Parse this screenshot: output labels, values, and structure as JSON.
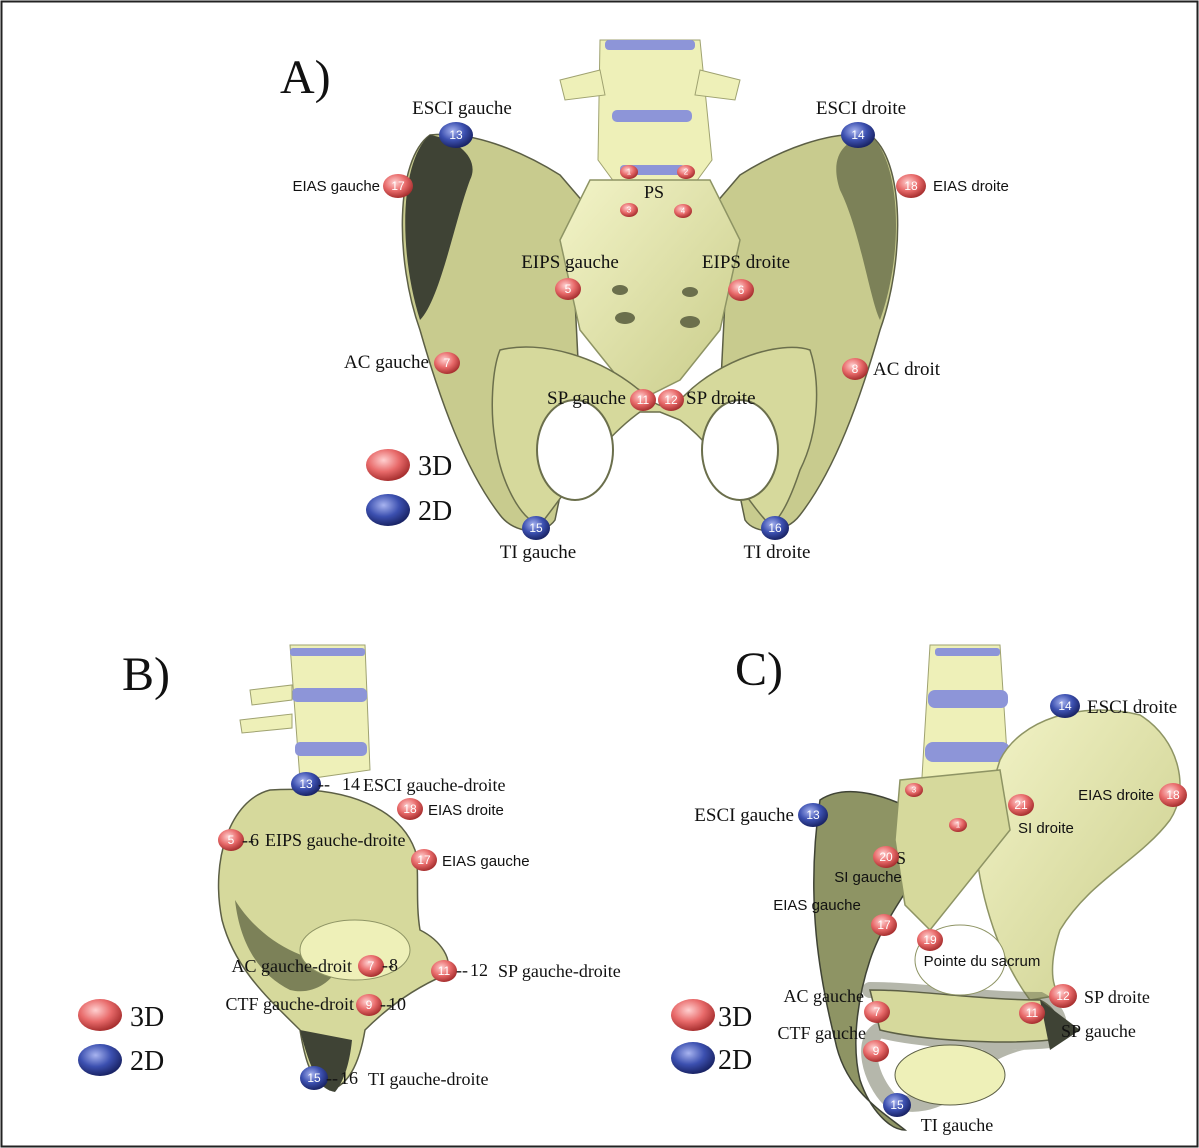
{
  "figure": {
    "panels": [
      {
        "id": "A",
        "label": "A)",
        "region_labels": {
          "ps": "PS"
        },
        "landmarks": [
          {
            "num": "13",
            "label": "ESCI gauche",
            "type": "2D"
          },
          {
            "num": "14",
            "label": "ESCI droite",
            "type": "2D"
          },
          {
            "num": "17",
            "label": "EIAS gauche",
            "type": "3D"
          },
          {
            "num": "18",
            "label": "EIAS droite",
            "type": "3D"
          },
          {
            "num": "1",
            "label": "",
            "type": "3D"
          },
          {
            "num": "2",
            "label": "",
            "type": "3D"
          },
          {
            "num": "3",
            "label": "",
            "type": "3D"
          },
          {
            "num": "4",
            "label": "",
            "type": "3D"
          },
          {
            "num": "5",
            "label": "EIPS gauche",
            "type": "3D"
          },
          {
            "num": "6",
            "label": "EIPS droite",
            "type": "3D"
          },
          {
            "num": "7",
            "label": "AC gauche",
            "type": "3D"
          },
          {
            "num": "8",
            "label": "AC droit",
            "type": "3D"
          },
          {
            "num": "11",
            "label": "SP gauche",
            "type": "3D"
          },
          {
            "num": "12",
            "label": "SP droite",
            "type": "3D"
          },
          {
            "num": "15",
            "label": "TI gauche",
            "type": "2D"
          },
          {
            "num": "16",
            "label": "TI droite",
            "type": "2D"
          }
        ],
        "legend": [
          {
            "type": "3D",
            "label": "3D"
          },
          {
            "type": "2D",
            "label": "2D"
          }
        ]
      },
      {
        "id": "B",
        "label": "B)",
        "landmarks": [
          {
            "num": "13",
            "num2": "14",
            "label": "ESCI gauche-droite",
            "type": "2D"
          },
          {
            "num": "18",
            "label": "EIAS droite",
            "type": "3D"
          },
          {
            "num": "5",
            "num2": "6",
            "label": "EIPS gauche-droite",
            "type": "3D"
          },
          {
            "num": "17",
            "label": "EIAS gauche",
            "type": "3D"
          },
          {
            "num": "7",
            "num2": "8",
            "label": "AC gauche-droit",
            "type": "3D"
          },
          {
            "num": "11",
            "num2": "12",
            "label": "SP gauche-droite",
            "type": "3D"
          },
          {
            "num": "9",
            "num2": "10",
            "label": "CTF gauche-droit",
            "type": "3D"
          },
          {
            "num": "15",
            "num2": "16",
            "label": "TI gauche-droite",
            "type": "2D"
          }
        ],
        "legend": [
          {
            "type": "3D",
            "label": "3D"
          },
          {
            "type": "2D",
            "label": "2D"
          }
        ]
      },
      {
        "id": "C",
        "label": "C)",
        "region_labels": {
          "ps": "PS"
        },
        "landmarks": [
          {
            "num": "14",
            "label": "ESCI droite",
            "type": "2D"
          },
          {
            "num": "18",
            "label": "EIAS droite",
            "type": "3D"
          },
          {
            "num": "13",
            "label": "ESCI gauche",
            "type": "2D"
          },
          {
            "num": "21",
            "label": "SI droite",
            "type": "3D"
          },
          {
            "num": "3",
            "label": "",
            "type": "3D"
          },
          {
            "num": "1",
            "label": "",
            "type": "3D"
          },
          {
            "num": "20",
            "label": "SI gauche",
            "type": "3D"
          },
          {
            "num": "17",
            "label": "EIAS gauche",
            "type": "3D"
          },
          {
            "num": "19",
            "label": "Pointe du sacrum",
            "type": "3D"
          },
          {
            "num": "7",
            "label": "AC gauche",
            "type": "3D"
          },
          {
            "num": "12",
            "label": "SP droite",
            "type": "3D"
          },
          {
            "num": "11",
            "label": "SP gauche",
            "type": "3D"
          },
          {
            "num": "9",
            "label": "CTF gauche",
            "type": "3D"
          },
          {
            "num": "15",
            "label": "TI gauche",
            "type": "2D"
          }
        ],
        "legend": [
          {
            "type": "3D",
            "label": "3D"
          },
          {
            "type": "2D",
            "label": "2D"
          }
        ]
      }
    ],
    "colors": {
      "marker_3d": "#e06060",
      "marker_2d": "#3a4ba0",
      "bone_light": "#eef0b8",
      "bone_shadow": "#3f4335",
      "disc": "#8d95d8",
      "frame": "#222222"
    }
  }
}
